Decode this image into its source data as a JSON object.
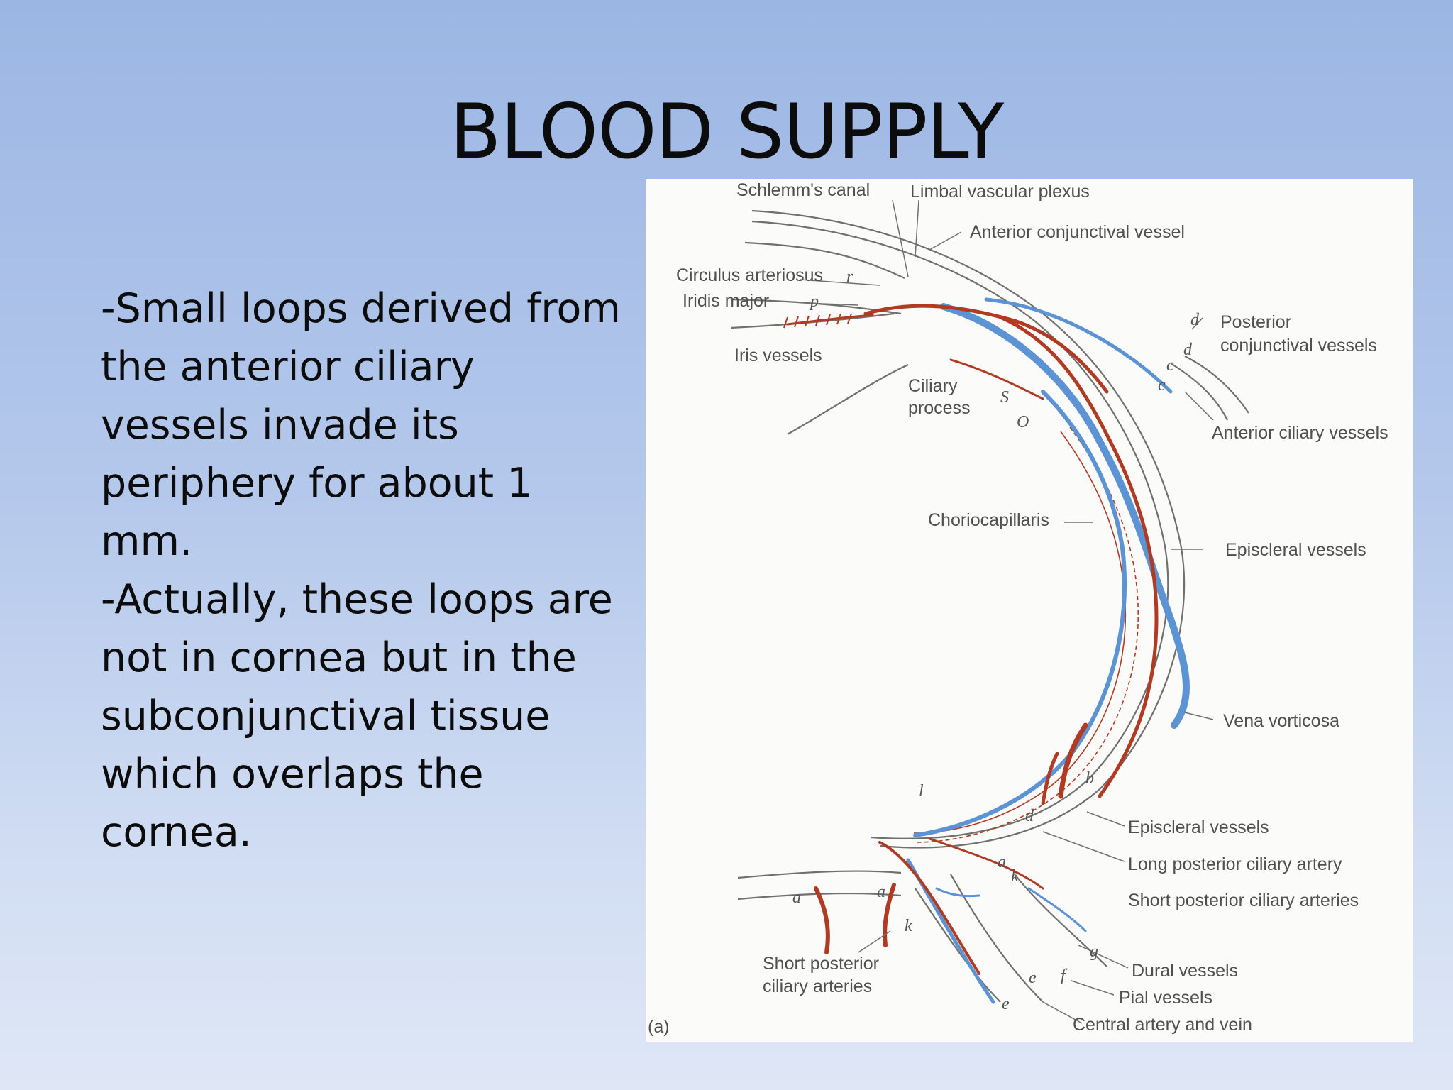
{
  "title": "BLOOD SUPPLY",
  "body": {
    "paragraph1": "-Small loops derived from the anterior ciliary vessels invade its periphery for about 1 mm.",
    "paragraph2": "-Actually, these loops are not in cornea but in the subconjunctival tissue which overlaps the cornea."
  },
  "figure": {
    "panel_label": "(a)",
    "labels": {
      "schlemms_canal": "Schlemm's canal",
      "limbal_vascular_plexus": "Limbal vascular plexus",
      "anterior_conjunctival_vessel": "Anterior conjunctival vessel",
      "circulus_arteriosus": "Circulus arteriosus",
      "iridis_major": "Iridis major",
      "posterior": "Posterior",
      "conjunctival_vessels": "conjunctival vessels",
      "iris_vessels": "Iris vessels",
      "ciliary": "Ciliary",
      "process": "process",
      "anterior_ciliary_vessels": "Anterior ciliary vessels",
      "choriocapillaris": "Choriocapillaris",
      "episcleral_vessels_1": "Episcleral vessels",
      "vena_vorticosa": "Vena vorticosa",
      "episcleral_vessels_2": "Episcleral vessels",
      "long_posterior_ciliary_artery": "Long posterior ciliary artery",
      "short_posterior_ciliary_arteries_right": "Short posterior ciliary arteries",
      "short_posterior": "Short posterior",
      "ciliary_arteries": "ciliary arteries",
      "dural_vessels": "Dural vessels",
      "pial_vessels": "Pial vessels",
      "central_artery_and_vein": "Central artery and vein"
    },
    "letters": {
      "r": "r",
      "p": "p",
      "s": "S",
      "o": "O",
      "d_top": "d",
      "d_top2": "d",
      "c1": "c",
      "c2": "c",
      "b": "b",
      "d_low": "d",
      "l": "l",
      "a_right": "a",
      "k_right": "k",
      "a_left": "a",
      "a_mid": "a",
      "k_mid": "k",
      "g": "g",
      "e1": "e",
      "f": "f",
      "e2": "e"
    },
    "colors": {
      "artery": "#b23a22",
      "vein": "#5b93d4",
      "line": "#6a6a6a"
    }
  }
}
